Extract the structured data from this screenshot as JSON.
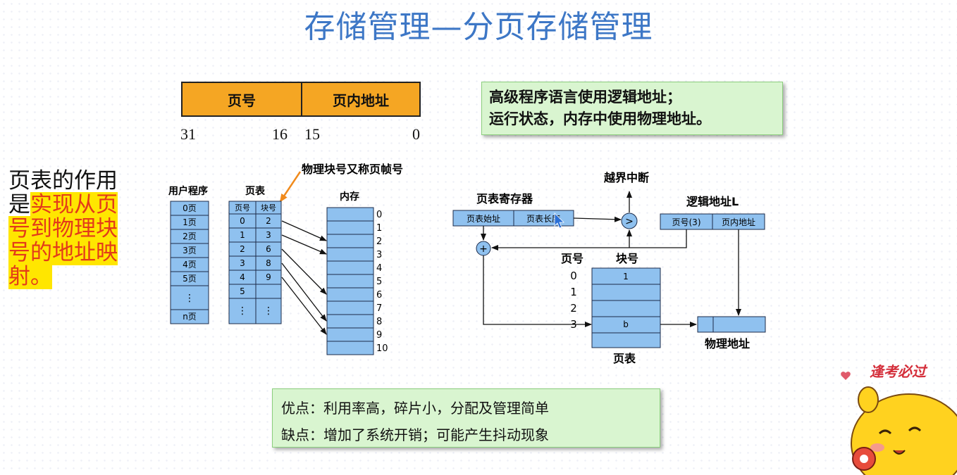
{
  "title": "存储管理—分页存储管理",
  "address_format": {
    "field_page": "页号",
    "field_offset": "页内地址",
    "bits": [
      "31",
      "16",
      "15",
      "0"
    ]
  },
  "note_top": {
    "line1": "高级程序语言使用逻辑地址；",
    "line2": "运行状态，内存中使用物理地址。"
  },
  "side_text": {
    "prefix": "页表的作用是",
    "highlight": "实现从页号到物理块号的地址映射。"
  },
  "left_diagram": {
    "annotation": "物理块号又称页帧号",
    "user_program_label": "用户程序",
    "user_pages": [
      "0页",
      "1页",
      "2页",
      "3页",
      "4页",
      "5页",
      "⋮",
      "n页"
    ],
    "page_table_label": "页表",
    "pt_header": [
      "页号",
      "块号"
    ],
    "pt_rows": [
      [
        "0",
        "2"
      ],
      [
        "1",
        "3"
      ],
      [
        "2",
        "6"
      ],
      [
        "3",
        "8"
      ],
      [
        "4",
        "9"
      ],
      [
        "5",
        ""
      ],
      [
        "⋮",
        "⋮"
      ]
    ],
    "memory_label": "内存",
    "memory_indices": [
      "0",
      "1",
      "2",
      "3",
      "4",
      "5",
      "6",
      "7",
      "8",
      "9",
      "10"
    ]
  },
  "right_diagram": {
    "ptr_label": "页表寄存器",
    "ptr_cells": [
      "页表始址",
      "页表长度"
    ],
    "interrupt_label": "越界中断",
    "compare_symbol": ">",
    "plus_symbol": "+",
    "logical_label": "逻辑地址L",
    "logical_cells": [
      "页号(3)",
      "页内地址"
    ],
    "page_no_label": "页号",
    "block_no_label": "块号",
    "row_indices": [
      "0",
      "1",
      "2",
      "3"
    ],
    "table_values": [
      "1",
      "b"
    ],
    "page_table_caption": "页表",
    "physical_label": "物理地址"
  },
  "note_bottom": {
    "pros": "优点：利用率高，碎片小，分配及管理简单",
    "cons": "缺点：增加了系统开销；可能产生抖动现象"
  },
  "logo_text": "逢考必过",
  "colors": {
    "title": "#3d77c6",
    "cell": "#8fc1ef",
    "orange": "#f5a623",
    "note_bg": "#d9f5d0",
    "highlight": "#ffe600",
    "highlight_text": "#e33a1a"
  }
}
